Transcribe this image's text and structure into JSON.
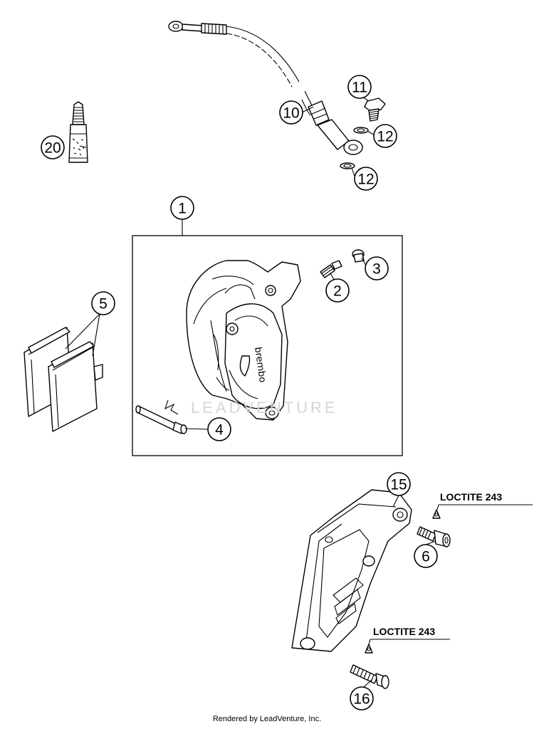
{
  "callouts": [
    {
      "id": "c1",
      "label": "1"
    },
    {
      "id": "c2",
      "label": "2"
    },
    {
      "id": "c3",
      "label": "3"
    },
    {
      "id": "c4",
      "label": "4"
    },
    {
      "id": "c5",
      "label": "5"
    },
    {
      "id": "c6",
      "label": "6"
    },
    {
      "id": "c10",
      "label": "10"
    },
    {
      "id": "c11",
      "label": "11"
    },
    {
      "id": "c12a",
      "label": "12"
    },
    {
      "id": "c12b",
      "label": "12"
    },
    {
      "id": "c15",
      "label": "15"
    },
    {
      "id": "c16",
      "label": "16"
    },
    {
      "id": "c20",
      "label": "20"
    }
  ],
  "loctite_top": "LOCTITE 243",
  "loctite_bottom": "LOCTITE 243",
  "caliper_brand": "brembo",
  "watermark": "LEADVENTURE",
  "footer": "Rendered by LeadVenture, Inc."
}
